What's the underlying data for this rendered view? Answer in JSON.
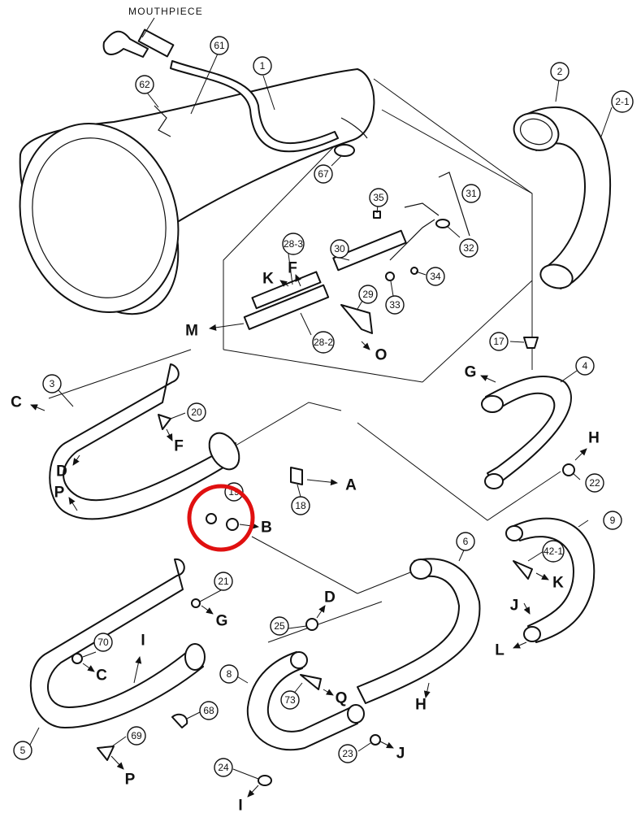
{
  "caption": "MOUTHPIECE",
  "highlight_color": "#e01010",
  "part_numbers": [
    "1",
    "2",
    "2-1",
    "61",
    "62",
    "67",
    "35",
    "31",
    "32",
    "34",
    "33",
    "30",
    "29",
    "28-3",
    "28-2",
    "17",
    "4",
    "3",
    "20",
    "22",
    "18",
    "19",
    "9",
    "42-1",
    "6",
    "21",
    "25",
    "70",
    "8",
    "73",
    "68",
    "69",
    "5",
    "23",
    "24"
  ],
  "connection_letters": [
    "M",
    "K",
    "F",
    "O",
    "G",
    "C",
    "D",
    "F",
    "P",
    "A",
    "B",
    "H",
    "K",
    "J",
    "L",
    "G",
    "D",
    "C",
    "I",
    "Q",
    "H",
    "J",
    "P",
    "I"
  ]
}
